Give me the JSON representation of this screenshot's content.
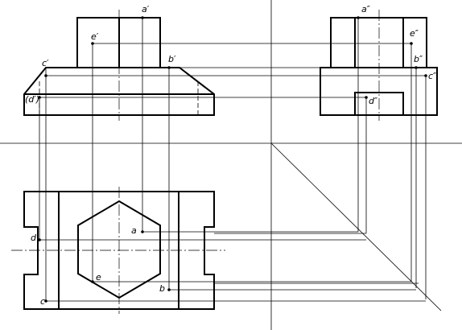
{
  "labels": {
    "front": {
      "a": "a′",
      "e": "e′",
      "c": "c′",
      "b": "b′",
      "d": "(d′)"
    },
    "side": {
      "a": "a″",
      "e": "e″",
      "b": "b″",
      "c": "c″",
      "d": "d″"
    },
    "top": {
      "a": "a",
      "d": "d",
      "e": "e",
      "b": "b",
      "c": "c"
    }
  }
}
